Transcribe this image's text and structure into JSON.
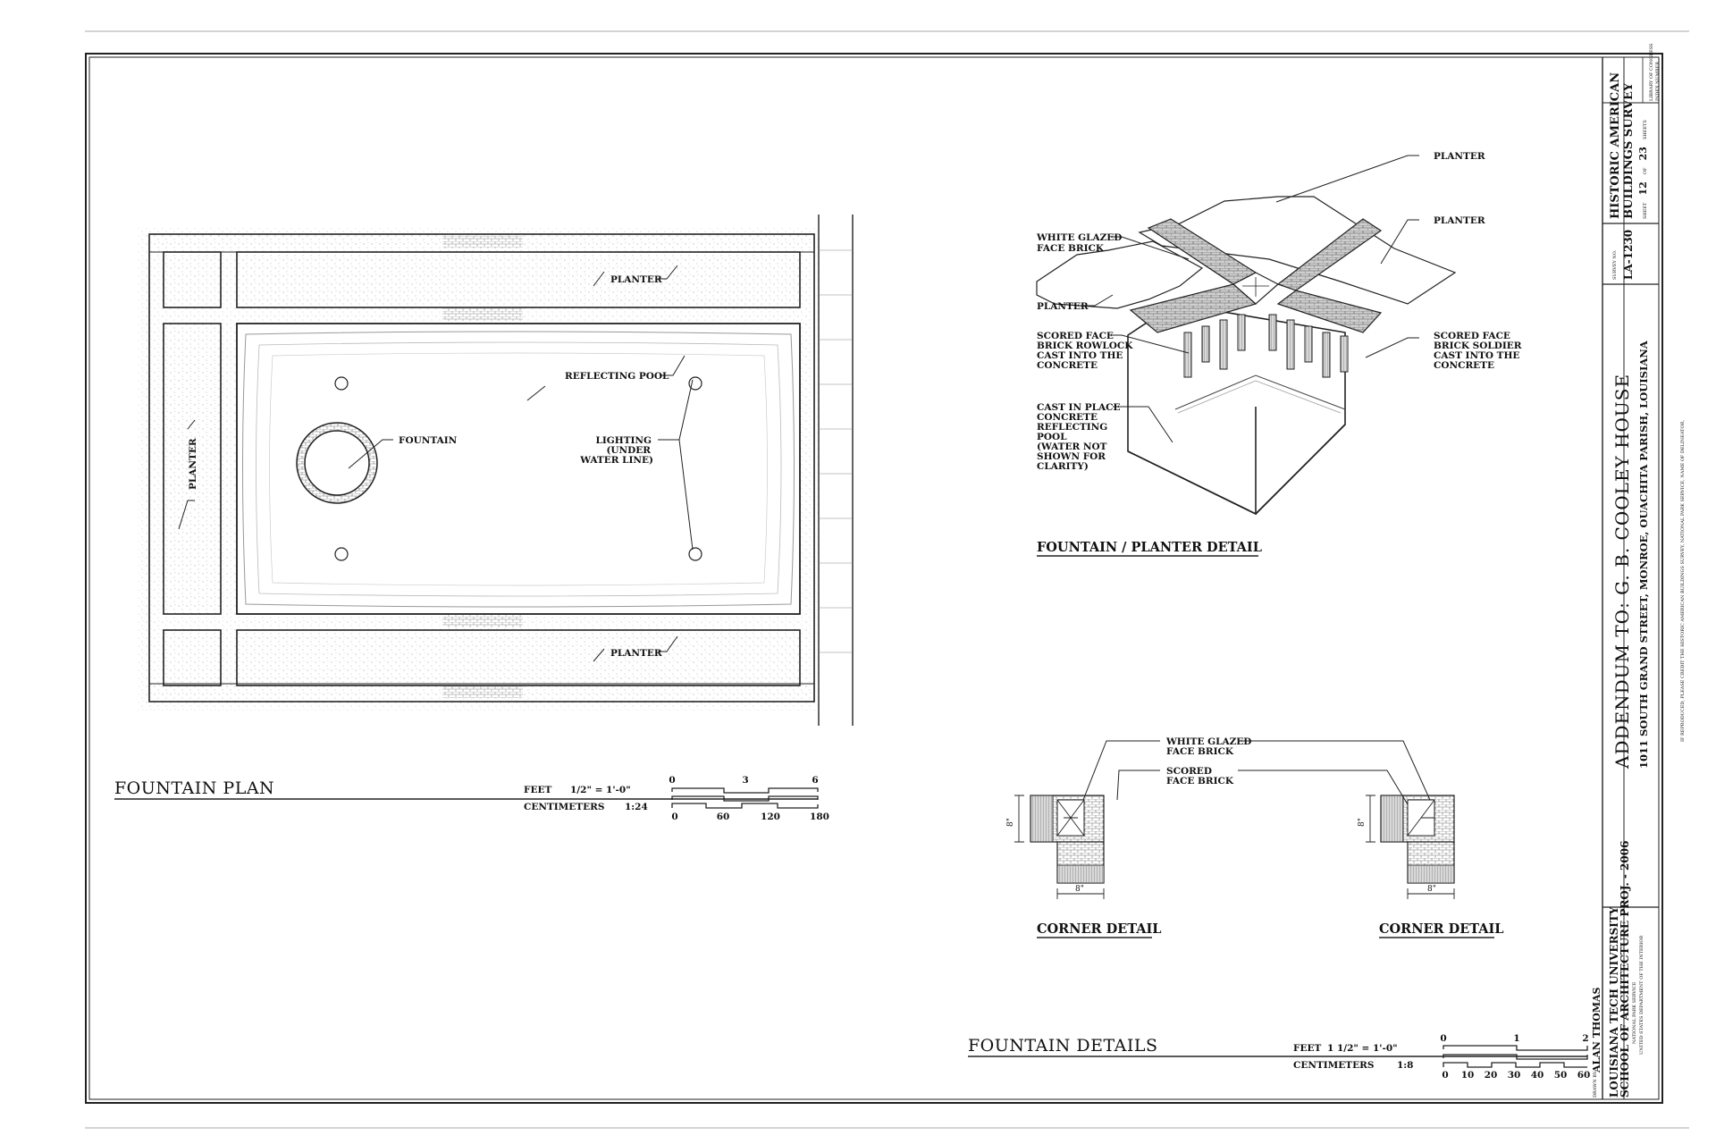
{
  "plan": {
    "title": "FOUNTAIN  PLAN",
    "labels": {
      "planter_top": "PLANTER",
      "planter_bottom": "PLANTER",
      "planter_left": "PLANTER",
      "reflecting_pool": "REFLECTING  POOL",
      "fountain": "FOUNTAIN",
      "lighting_1": "LIGHTING",
      "lighting_2": "(UNDER",
      "lighting_3": "WATER LINE)"
    },
    "scale": {
      "feet_label": "FEET",
      "feet_ratio": "1/2\"  =  1'-0\"",
      "cm_label": "CENTIMETERS",
      "cm_ratio": "1:24",
      "feet_ticks": [
        "0",
        "3",
        "6"
      ],
      "cm_ticks": [
        "0",
        "60",
        "120",
        "180"
      ]
    }
  },
  "detail": {
    "title": "FOUNTAIN  /  PLANTER  DETAIL",
    "labels": {
      "planter_a": "PLANTER",
      "planter_b": "PLANTER",
      "planter_c": "PLANTER",
      "white_glazed_1": "WHITE  GLAZED",
      "white_glazed_2": "FACE  BRICK",
      "rowlock_1": "SCORED  FACE",
      "rowlock_2": "BRICK  ROWLOCK",
      "rowlock_3": "CAST  INTO  THE",
      "rowlock_4": "CONCRETE",
      "soldier_1": "SCORED  FACE",
      "soldier_2": "BRICK  SOLDIER",
      "soldier_3": "CAST  INTO  THE",
      "soldier_4": "CONCRETE",
      "cast_1": "CAST  IN  PLACE",
      "cast_2": "CONCRETE",
      "cast_3": "REFLECTING",
      "cast_4": "POOL",
      "cast_5": "(WATER  NOT",
      "cast_6": "SHOWN  FOR",
      "cast_7": "CLARITY)"
    }
  },
  "corner": {
    "white_glazed_1": "WHITE  GLAZED",
    "white_glazed_2": "FACE  BRICK",
    "scored_1": "SCORED",
    "scored_2": "FACE  BRICK",
    "title_left": "CORNER  DETAIL",
    "title_right": "CORNER  DETAIL",
    "dim": "8\""
  },
  "details": {
    "title": "FOUNTAIN  DETAILS",
    "scale": {
      "feet_label": "FEET",
      "feet_ratio": "1  1/2\"  =  1'-0\"",
      "cm_label": "CENTIMETERS",
      "cm_ratio": "1:8",
      "feet_ticks": [
        "0",
        "1",
        "2"
      ],
      "cm_ticks": [
        "0",
        "10",
        "20",
        "30",
        "40",
        "50",
        "60"
      ]
    }
  },
  "title_block": {
    "main_title": "ADDENDUM  TO:  G.  B.  COOLEY  HOUSE",
    "address": "1011  SOUTH  GRAND  STREET,    MONROE,    OUACHITA  PARISH,    LOUISIANA",
    "credit": "IF REPRODUCED, PLEASE CREDIT THE HISTORIC AMERICAN BUILDINGS SURVEY, NATIONAL PARK SERVICE, NAME OF DELINEATOR,",
    "drawn_by_label": "DRAWN BY:",
    "drawn_by": "ALAN  THOMAS",
    "university": "LOUISIANA  TECH  UNIVERSITY",
    "school": "SCHOOL  OF  ARCHITECTURE  PROJ.  -  2006",
    "nps": "NATIONAL PARK SERVICE",
    "interior": "UNITED STATES DEPARTMENT OF THE INTERIOR",
    "survey_label": "SURVEY NO.",
    "survey_no": "LA-1230",
    "habs_1": "HISTORIC  AMERICAN",
    "habs_2": "BUILDINGS  SURVEY",
    "sheet_prefix": "SHEET",
    "sheet_no": "12",
    "sheet_of": "OF",
    "sheet_total": "23",
    "sheet_suffix": "SHEETS",
    "loc_1": "LIBRARY OF CONGRESS",
    "loc_2": "INDEX NUMBER"
  }
}
